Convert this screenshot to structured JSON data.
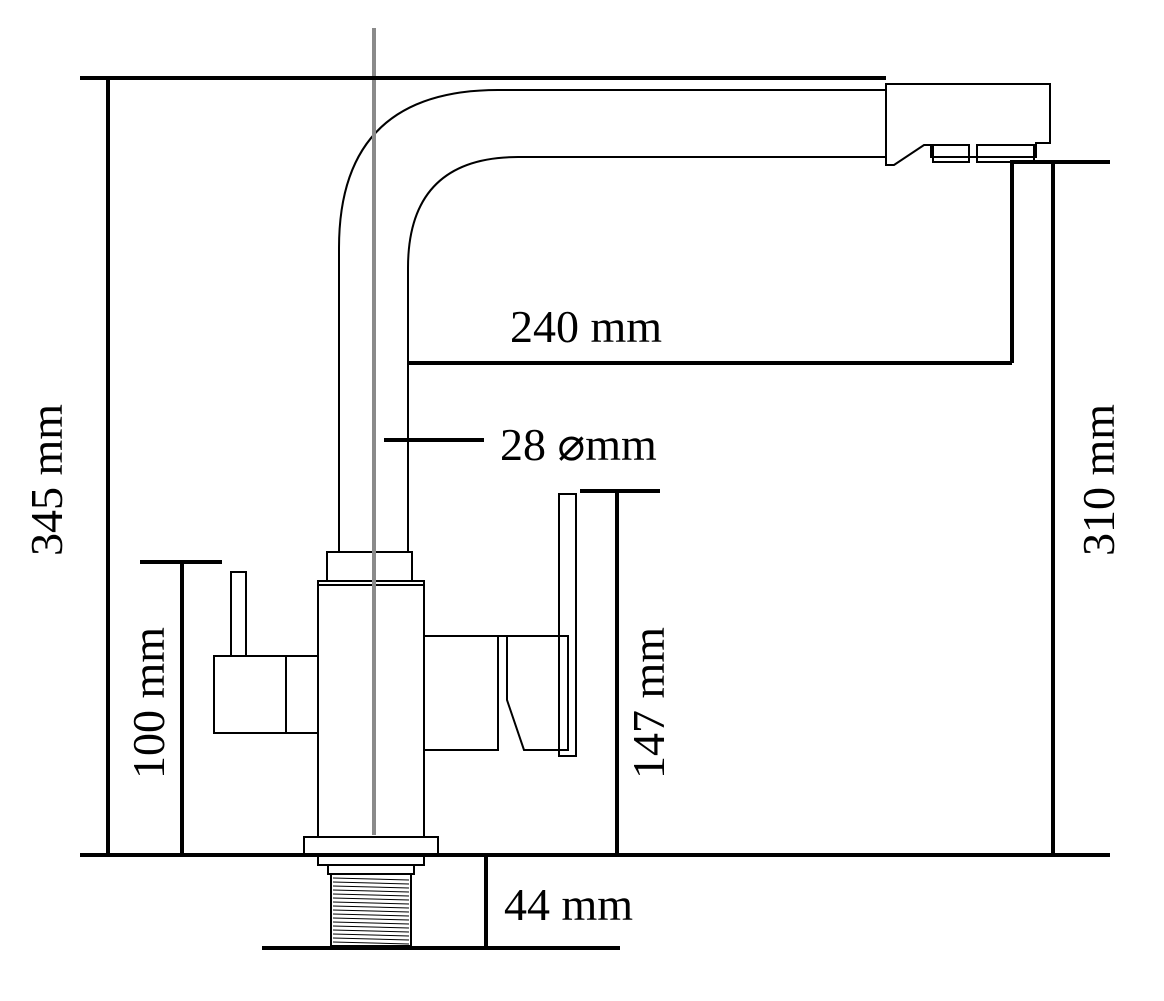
{
  "drawing": {
    "subject": "mixer faucet dimension drawing",
    "line_color": "#000000",
    "axis_color": "#8a8a8a",
    "background": "#ffffff"
  },
  "dimensions": {
    "overall_height": "345 mm",
    "spout_height": "310 mm",
    "spout_reach": "240 mm",
    "body_diameter": "28 ⌀mm",
    "left_handle_height": "100 mm",
    "right_handle_height": "147 mm",
    "thread_length": "44 mm"
  }
}
